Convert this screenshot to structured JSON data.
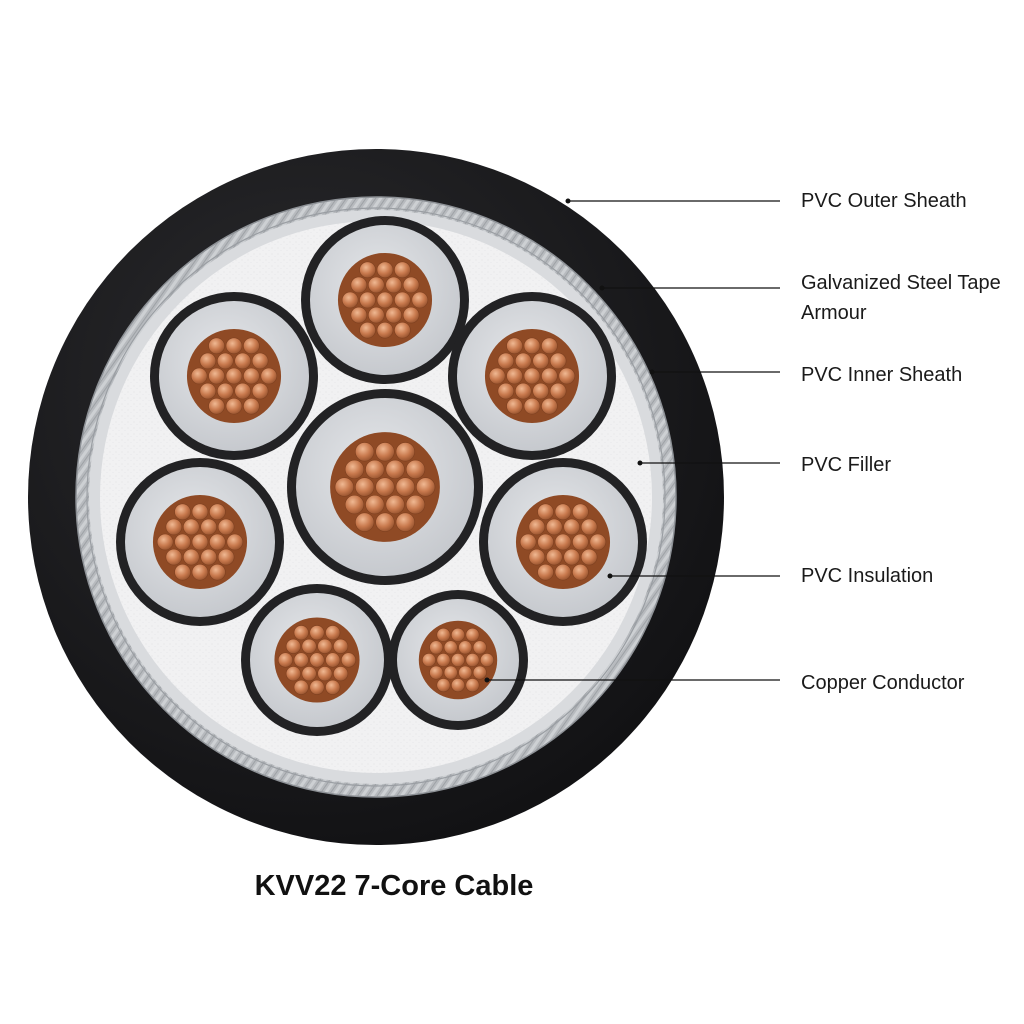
{
  "title": "KVV22 7-Core Cable",
  "labels": {
    "outer_sheath": "PVC Outer Sheath",
    "armour_line1": "Galvanized Steel Tape",
    "armour_line2": "Armour",
    "inner_sheath": "PVC Inner Sheath",
    "filler": "PVC Filler",
    "insulation": "PVC Insulation",
    "conductor": "Copper Conductor"
  },
  "colors": {
    "outer_sheath": "#1c1c1e",
    "armour": "#b9bcc0",
    "inner_sheath": "#d8dadd",
    "filler": "#f1f1f2",
    "insulation": "#d3d5d9",
    "insulation_ring": "#222224",
    "copper": "#c97a4e",
    "copper_dark": "#8f4a25",
    "copper_light": "#eab08a"
  }
}
